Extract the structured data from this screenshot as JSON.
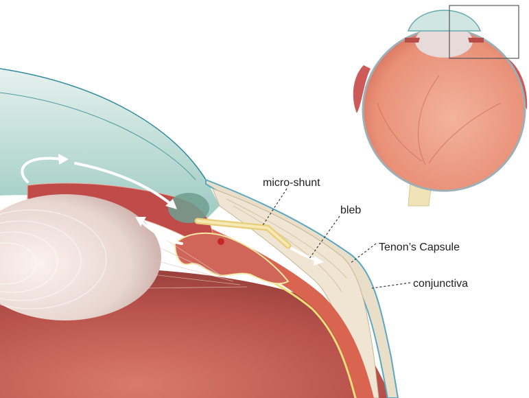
{
  "labels": {
    "micro_shunt": "micro-shunt",
    "bleb": "bleb",
    "tenons_capsule": "Tenon’s Capsule",
    "conjunctiva": "conjunctiva"
  }
}
